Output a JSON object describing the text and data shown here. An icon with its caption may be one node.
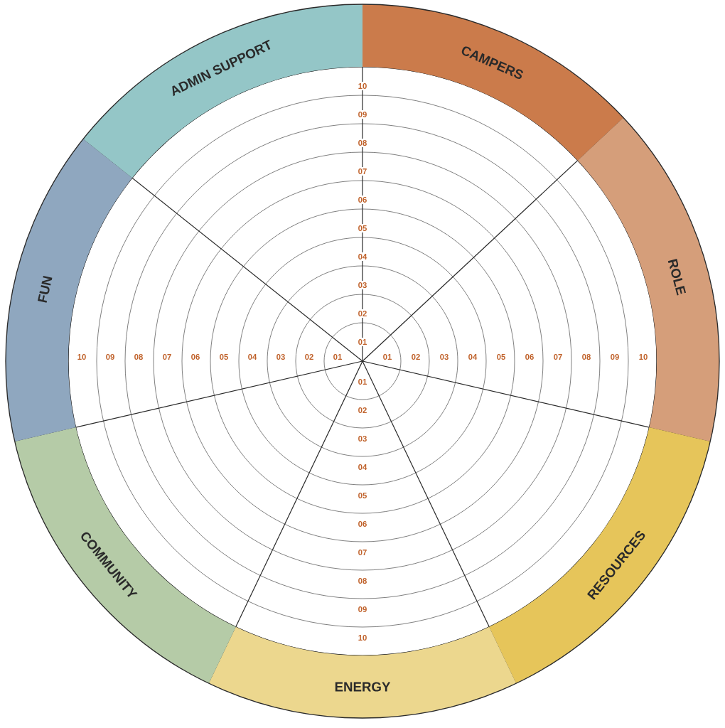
{
  "diagram": {
    "nodes": [
      {
        "text": [
          "CAMPERS"
        ]
      },
      {
        "text": [
          "ROLE"
        ]
      },
      {
        "text": [
          "RESOURCES"
        ]
      },
      {
        "text": [
          "ENERGY"
        ]
      },
      {
        "text": [
          "COMMUNITY"
        ]
      },
      {
        "text": [
          "FUN"
        ]
      },
      {
        "text": [
          "ADMIN SUPPORT"
        ]
      }
    ],
    "labels": [
      "10",
      "09",
      "08",
      "07",
      "06",
      "05",
      "04",
      "03",
      "02",
      "01",
      "10",
      "09",
      "08",
      "07",
      "06",
      "05",
      "04",
      "03",
      "02",
      "01",
      "01",
      "02",
      "03",
      "04",
      "05",
      "06",
      "07",
      "08",
      "09",
      "10",
      "01",
      "02",
      "03",
      "04",
      "05",
      "06",
      "07",
      "08",
      "09",
      "10"
    ]
  }
}
